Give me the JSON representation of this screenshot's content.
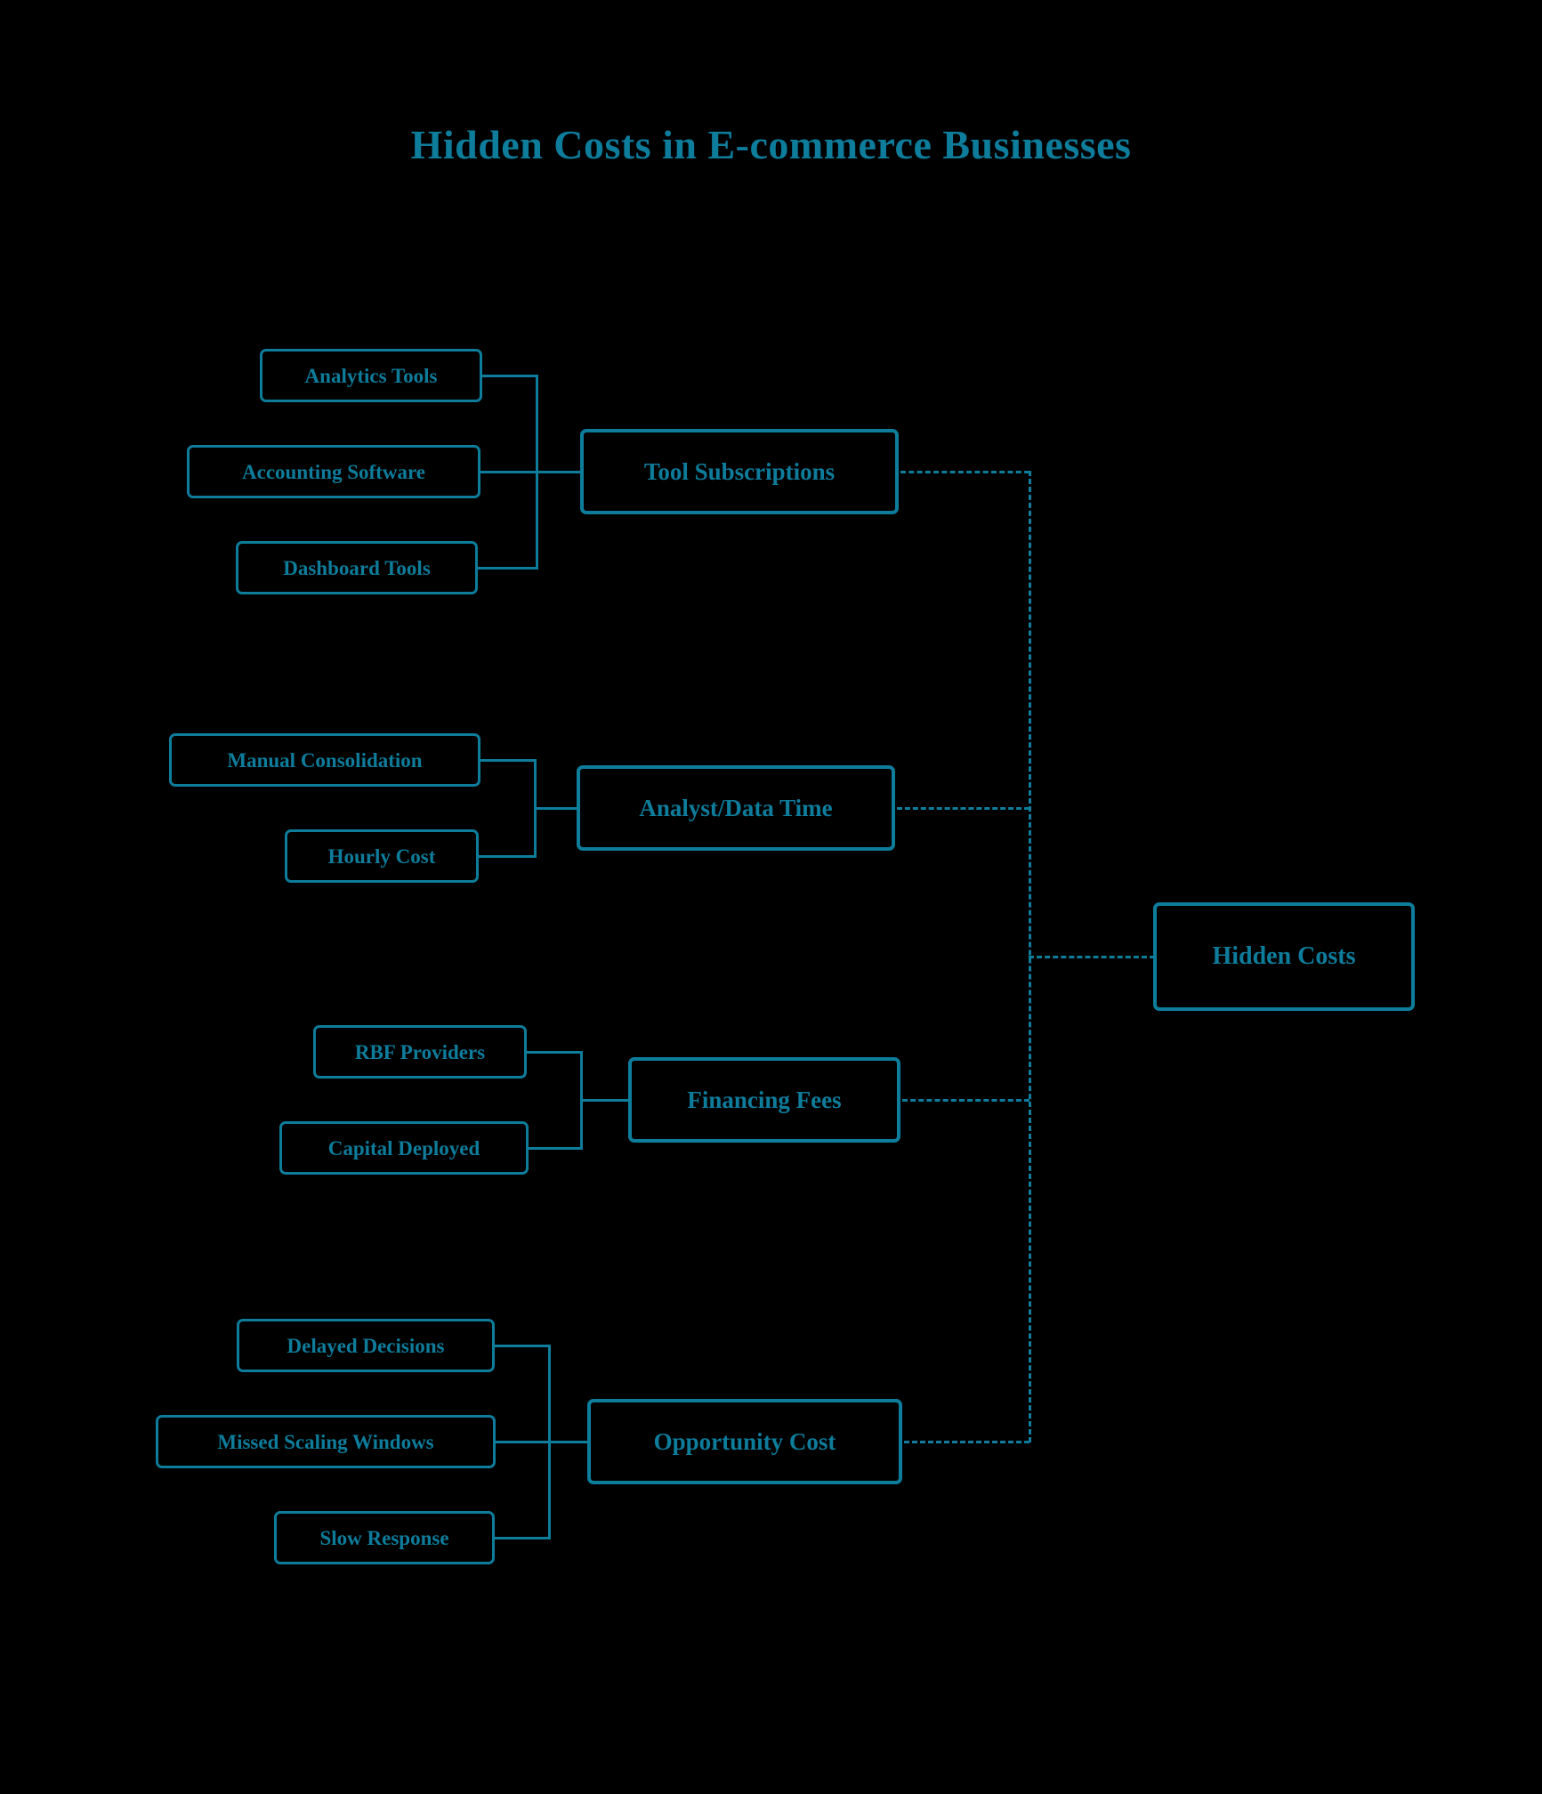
{
  "page": {
    "title": "Hidden Costs in E-commerce Businesses",
    "background_color": "#000000",
    "accent_color": "#0e7c9b"
  },
  "diagram": {
    "type": "tree",
    "root": {
      "label": "Hidden Costs"
    },
    "branches": [
      {
        "label": "Tool Subscriptions",
        "leaves": [
          {
            "label": "Analytics Tools"
          },
          {
            "label": "Accounting Software"
          },
          {
            "label": "Dashboard Tools"
          }
        ]
      },
      {
        "label": "Analyst/Data Time",
        "leaves": [
          {
            "label": "Manual Consolidation"
          },
          {
            "label": "Hourly Cost"
          }
        ]
      },
      {
        "label": "Financing Fees",
        "leaves": [
          {
            "label": "RBF Providers"
          },
          {
            "label": "Capital Deployed"
          }
        ]
      },
      {
        "label": "Opportunity Cost",
        "leaves": [
          {
            "label": "Delayed Decisions"
          },
          {
            "label": "Missed Scaling Windows"
          },
          {
            "label": "Slow Response"
          }
        ]
      }
    ]
  }
}
